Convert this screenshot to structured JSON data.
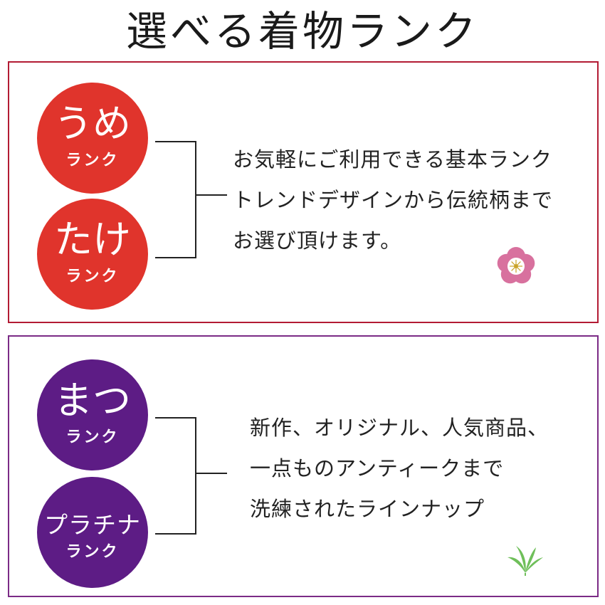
{
  "title": "選べる着物ランク",
  "panels": [
    {
      "ranks": [
        {
          "name": "うめ",
          "sub": "ランク"
        },
        {
          "name": "たけ",
          "sub": "ランク"
        }
      ],
      "lines": [
        "お気軽にご利用できる基本ランク",
        "トレンドデザインから伝統柄まで",
        "お選び頂けます。"
      ],
      "border_color": "#b31b34",
      "circle_color": "#e0342c",
      "icon": "plum-blossom-icon"
    },
    {
      "ranks": [
        {
          "name": "まつ",
          "sub": "ランク"
        },
        {
          "name": "プラチナ",
          "sub": "ランク"
        }
      ],
      "lines": [
        "新作、オリジナル、人気商品、",
        "一点ものアンティークまで",
        "洗練されたラインナップ"
      ],
      "border_color": "#7b2b86",
      "circle_color": "#5d1c85",
      "icon": "bamboo-leaf-icon"
    }
  ]
}
